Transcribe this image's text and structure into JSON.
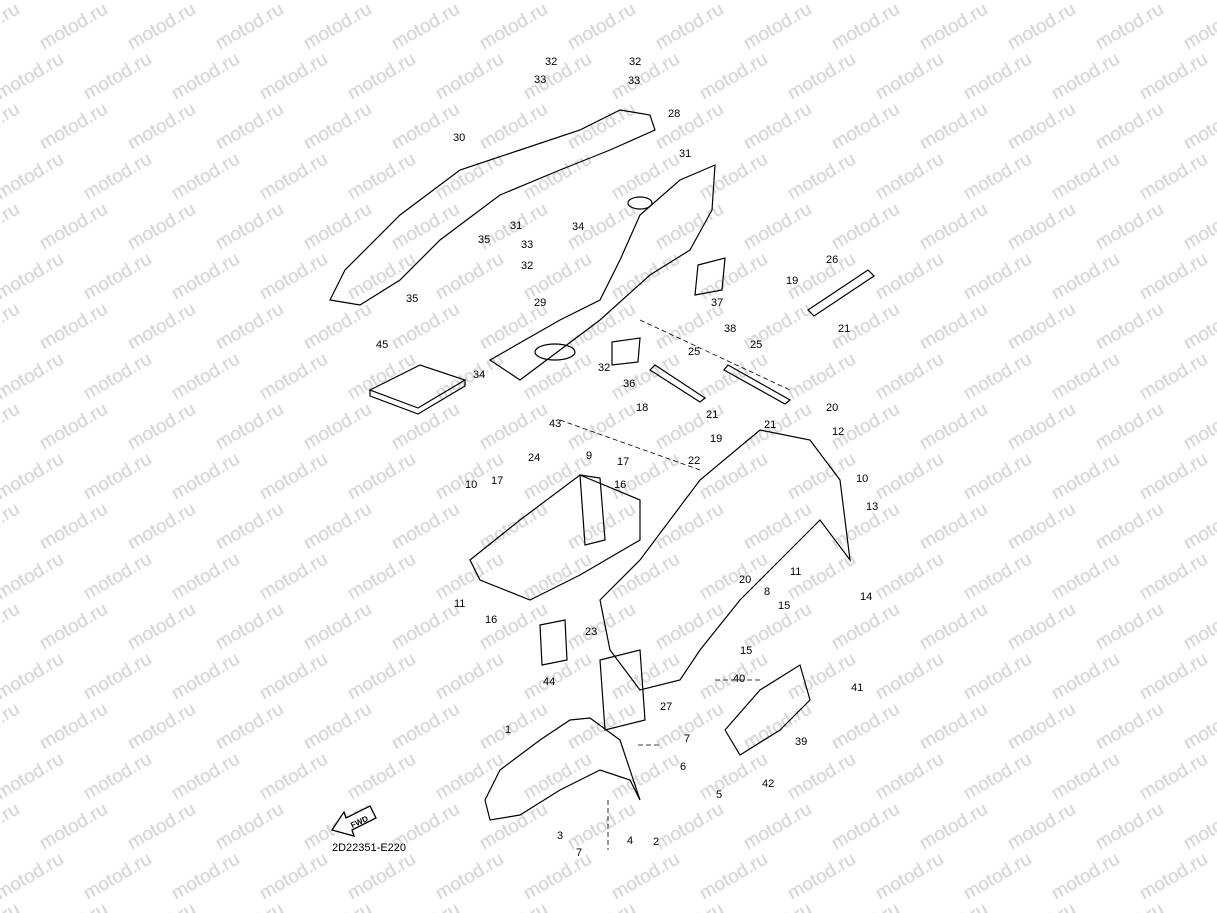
{
  "watermark": "motod.ru",
  "diagram_code": "2D22351-E220",
  "fwd_arrow_label": "FWD",
  "callouts": [
    "32",
    "32",
    "33",
    "33",
    "28",
    "30",
    "31",
    "31",
    "34",
    "35",
    "33",
    "32",
    "35",
    "37",
    "26",
    "19",
    "21",
    "38",
    "29",
    "25",
    "25",
    "45",
    "34",
    "32",
    "36",
    "18",
    "21",
    "20",
    "19",
    "21",
    "12",
    "43",
    "22",
    "24",
    "9",
    "17",
    "16",
    "10",
    "17",
    "10",
    "13",
    "11",
    "16",
    "23",
    "20",
    "11",
    "8",
    "15",
    "14",
    "15",
    "44",
    "27",
    "40",
    "41",
    "1",
    "7",
    "39",
    "6",
    "5",
    "42",
    "3",
    "4",
    "2",
    "7"
  ]
}
